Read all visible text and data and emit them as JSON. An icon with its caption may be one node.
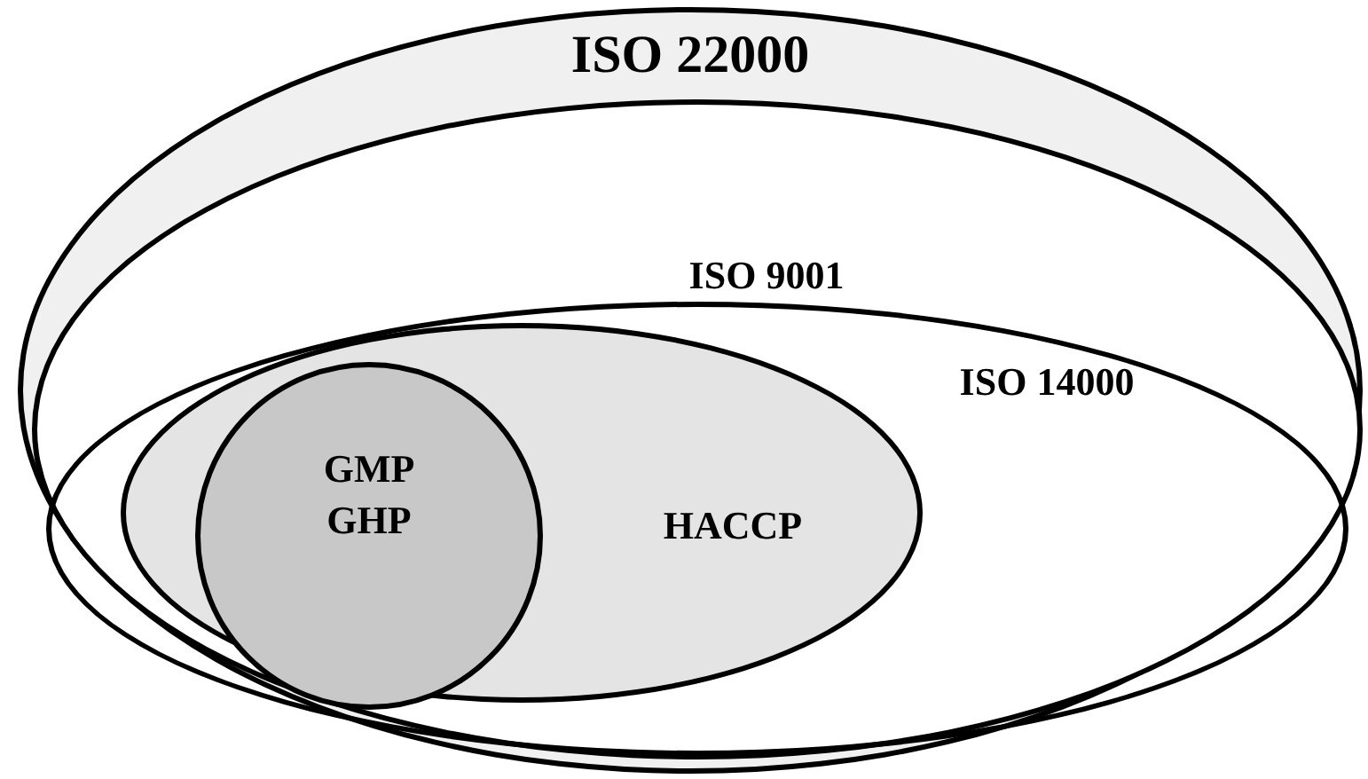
{
  "diagram": {
    "nodes": [
      {
        "text": [
          "ISO 22000"
        ]
      },
      {
        "text": [
          "ISO 9001"
        ],
        "in": 0
      },
      {
        "text": [
          "ISO 14000"
        ],
        "in": 1
      },
      {
        "text": [
          "HACCP"
        ],
        "in": 2
      },
      {
        "text": [
          "GMP GHP"
        ],
        "in": 3
      }
    ]
  }
}
